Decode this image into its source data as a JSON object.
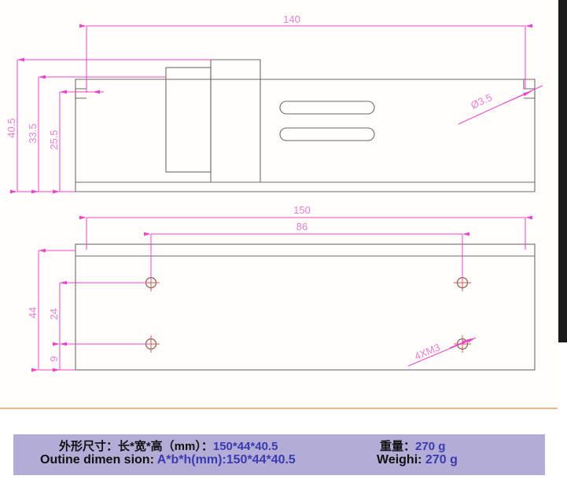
{
  "document": {
    "type": "mechanical-drawing",
    "views": [
      {
        "name": "front-elevation-view",
        "id": "top-view"
      },
      {
        "name": "plan-view",
        "id": "bottom-view"
      }
    ]
  },
  "top_view": {
    "dimensions": {
      "overall_length": "140",
      "height_total": "40.5",
      "height_mid": "33.5",
      "height_low": "25.5"
    },
    "callouts": {
      "hole_diameter": "Ø3.5"
    }
  },
  "bottom_view": {
    "dimensions": {
      "overall_length": "150",
      "hole_span": "86",
      "width_total": "44",
      "hole_offset_upper": "24",
      "hole_offset_lower": "9"
    },
    "callouts": {
      "thread_spec": "4XM3"
    }
  },
  "spec_banner": {
    "chinese_label": "外形尺寸：长*宽*高（mm）：",
    "chinese_value": "150*44*40.5",
    "english_label": "Outine dimen sion: ",
    "english_value": "A*b*h(mm):150*44*40.5",
    "weight_label_cn": "重量：",
    "weight_value_cn": "270  g",
    "weight_label_en": "Weighi: ",
    "weight_value_en": "270  g"
  },
  "colors": {
    "dimension_line": "#ee44cc",
    "dimension_text": "#e97fd2",
    "part_outline": "#6b6b6b",
    "hole_marker": "#c0504d",
    "banner_background": "#b2acd6",
    "banner_text_dark": "#101010",
    "banner_text_blue": "#3b3bb0",
    "page_border": "#edb88a",
    "scrollbar": "#1c1c1c"
  }
}
